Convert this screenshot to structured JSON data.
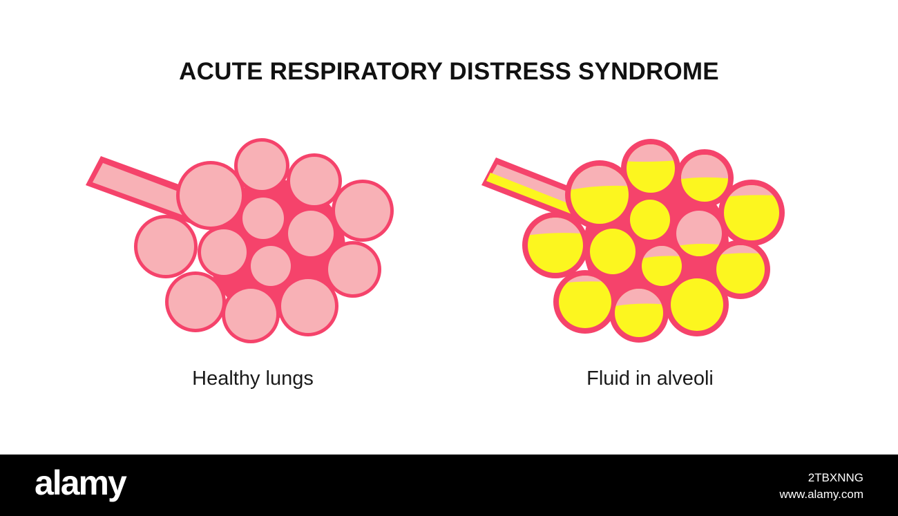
{
  "title": "ACUTE RESPIRATORY DISTRESS SYNDROME",
  "panels": {
    "left": {
      "label": "Healthy lungs"
    },
    "right": {
      "label": "Fluid in alveoli"
    }
  },
  "colors": {
    "tissue": "#f5436b",
    "alveolus": "#f8b1b6",
    "fluid": "#fcf61f",
    "background": "#ffffff"
  },
  "watermark": {
    "brand": "alamy",
    "image_id": "2TBXNNG",
    "site": "www.alamy.com"
  }
}
